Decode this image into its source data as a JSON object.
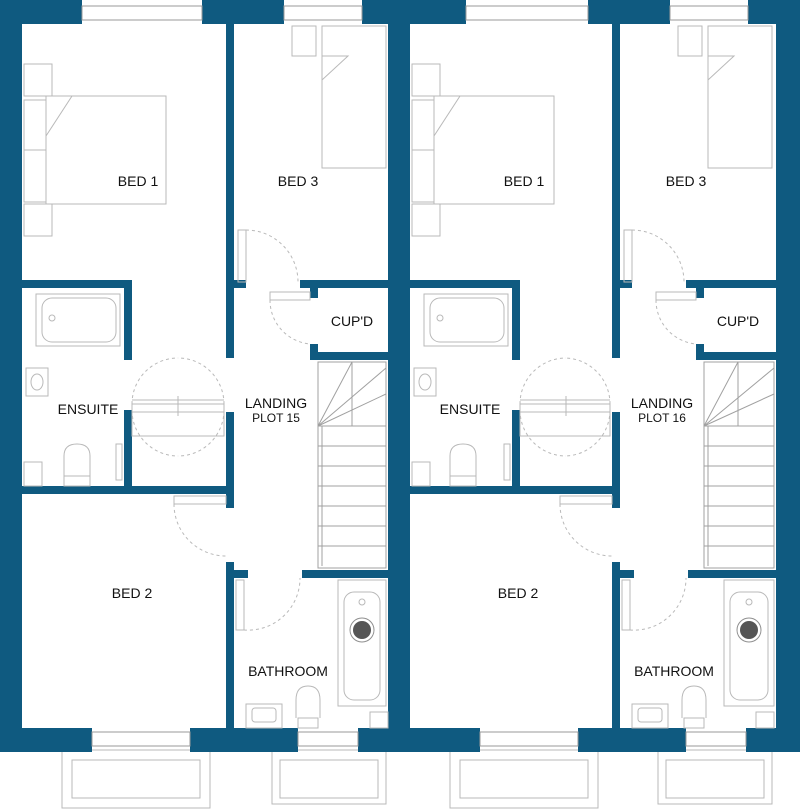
{
  "colors": {
    "wall": "#0f5a80",
    "fixture": "#b9b9b9"
  },
  "plots": [
    {
      "rooms": {
        "bed1": "BED 1",
        "bed3": "BED 3",
        "cupd": "CUP'D",
        "ensuite": "ENSUITE",
        "landing": "LANDING",
        "plot": "PLOT 15",
        "bed2": "BED 2",
        "bathroom": "BATHROOM"
      }
    },
    {
      "rooms": {
        "bed1": "BED 1",
        "bed3": "BED 3",
        "cupd": "CUP'D",
        "ensuite": "ENSUITE",
        "landing": "LANDING",
        "plot": "PLOT 16",
        "bed2": "BED 2",
        "bathroom": "BATHROOM"
      }
    }
  ]
}
